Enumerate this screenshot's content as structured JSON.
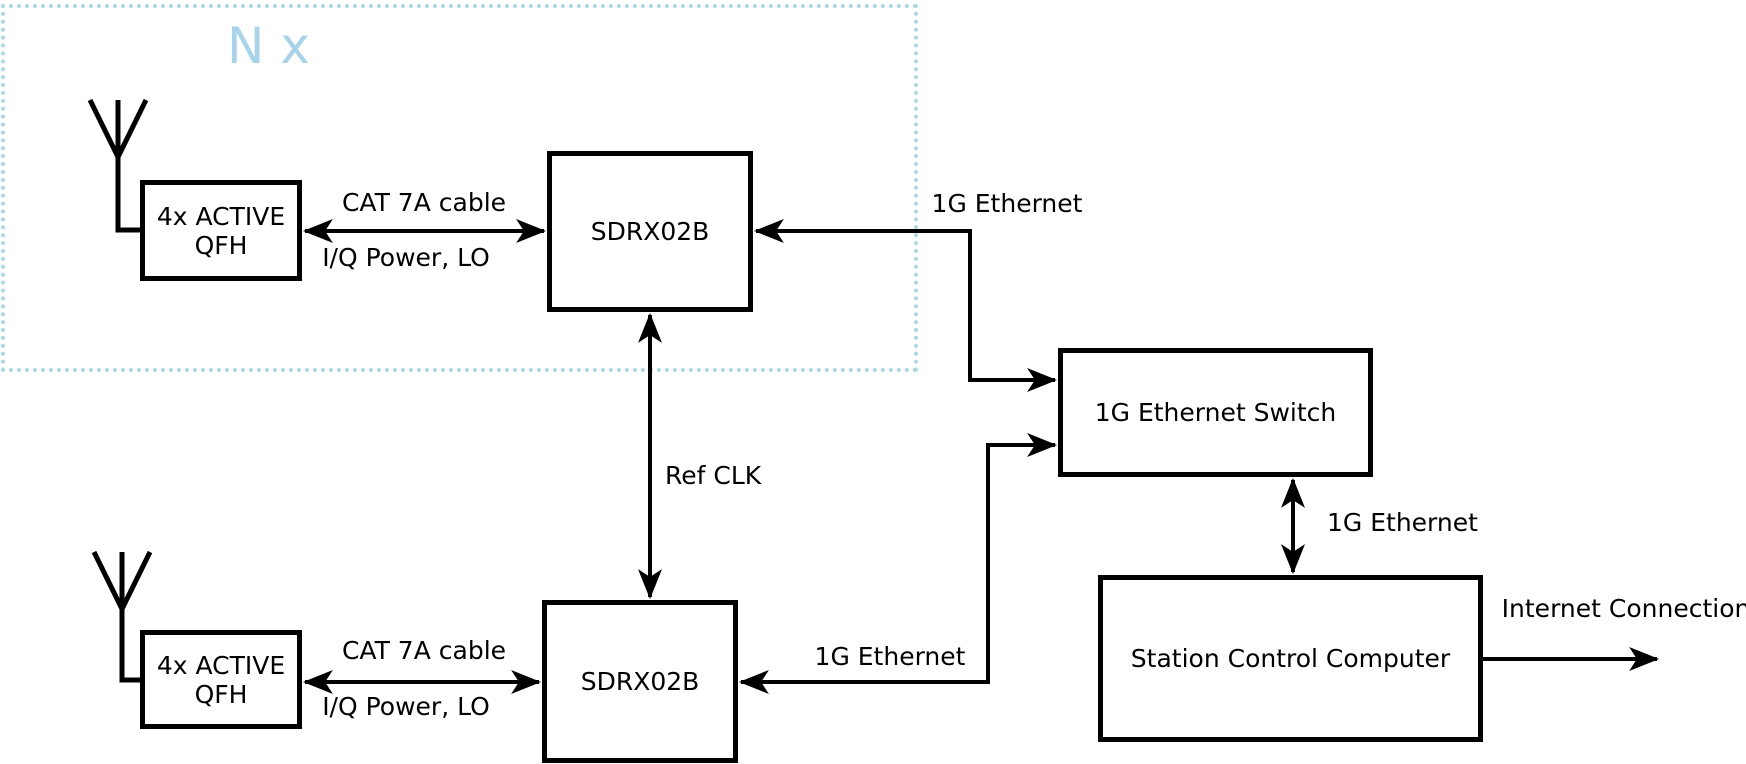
{
  "diagram": {
    "multiplier_label": "N x",
    "nodes": {
      "qfh_top_line1": "4x ACTIVE",
      "qfh_top_line2": "QFH",
      "sdrx_top": "SDRX02B",
      "qfh_bottom_line1": "4x ACTIVE",
      "qfh_bottom_line2": "QFH",
      "sdrx_bottom": "SDRX02B",
      "ethernet_switch": "1G Ethernet Switch",
      "station_computer": "Station Control Computer"
    },
    "labels": {
      "cable_top_upper": "CAT 7A cable",
      "cable_top_lower": "I/Q Power, LO",
      "cable_bottom_upper": "CAT 7A cable",
      "cable_bottom_lower": "I/Q Power, LO",
      "eth_top": "1G Ethernet",
      "eth_bottom": "1G Ethernet",
      "eth_switch_station": "1G Ethernet",
      "ref_clk": "Ref CLK",
      "internet": "Internet Connection"
    },
    "colors": {
      "accent_blue": "#a9d3e8",
      "dash_blue": "#aed6e8",
      "line_black": "#000000"
    }
  }
}
